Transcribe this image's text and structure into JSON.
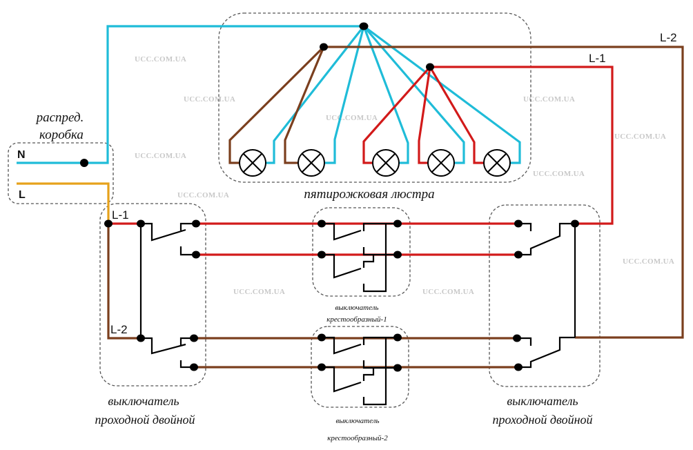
{
  "diagram": {
    "title": "Схема подключения пятирожковой люстры с двумя проходными двойными и двумя крестообразными выключателями",
    "colors": {
      "neutral": "#1fbcd8",
      "phase_in": "#e6a21c",
      "line1": "#d21a1a",
      "line2": "#7b3f1e",
      "switch": "#000000",
      "box": "#555555",
      "watermark": "#c8c8c8"
    },
    "junction_box": {
      "caption_line1": "распред.",
      "caption_line2": "коробка",
      "terminal_n": "N",
      "terminal_l": "L"
    },
    "chandelier": {
      "caption": "пятирожковая люстра",
      "lamp_count": 5,
      "lamps": [
        {
          "group": "L-2"
        },
        {
          "group": "L-2"
        },
        {
          "group": "L-1"
        },
        {
          "group": "L-1"
        },
        {
          "group": "L-1"
        }
      ]
    },
    "line_labels": {
      "l1_left": "L-1",
      "l2_left": "L-2",
      "l1_right": "L-1",
      "l2_right": "L-2"
    },
    "switch_left": {
      "caption_line1": "выключатель",
      "caption_line2": "проходной двойной"
    },
    "cross_switch_1": {
      "caption_line1": "выключатель",
      "caption_line2": "крестообразный-1"
    },
    "cross_switch_2": {
      "caption_line1": "выключатель",
      "caption_line2": "крестообразный-2"
    },
    "switch_right": {
      "caption_line1": "выключатель",
      "caption_line2": "проходной двойной"
    },
    "watermark_text": "UCC.COM.UA"
  }
}
